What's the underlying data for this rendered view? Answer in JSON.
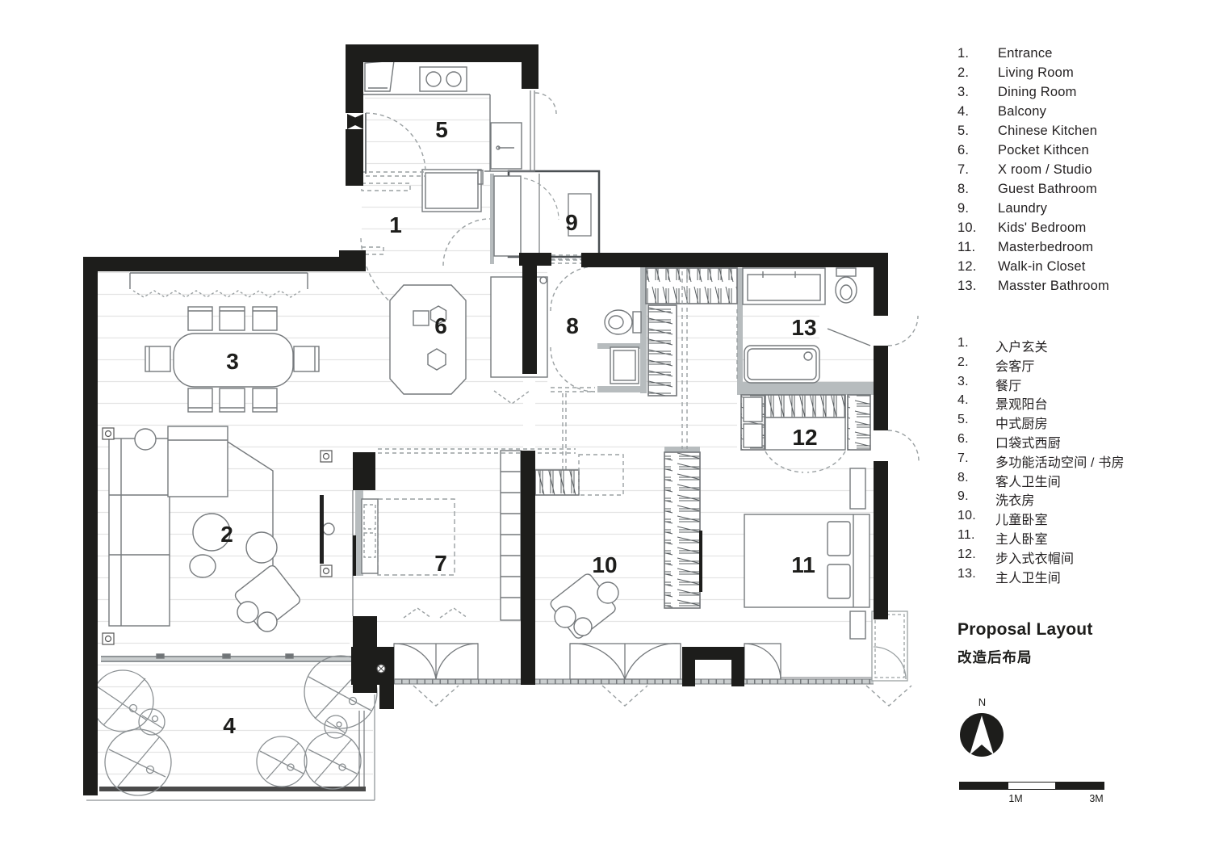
{
  "title": {
    "en": "Proposal Layout",
    "zh": "改造后布局"
  },
  "legend_en": {
    "items": [
      {
        "num": "1.",
        "label": "Entrance"
      },
      {
        "num": "2.",
        "label": "Living Room"
      },
      {
        "num": "3.",
        "label": "Dining Room"
      },
      {
        "num": "4.",
        "label": "Balcony"
      },
      {
        "num": "5.",
        "label": "Chinese Kitchen"
      },
      {
        "num": "6.",
        "label": "Pocket Kithcen"
      },
      {
        "num": "7.",
        "label": "X room / Studio"
      },
      {
        "num": "8.",
        "label": "Guest Bathroom"
      },
      {
        "num": "9.",
        "label": "Laundry"
      },
      {
        "num": "10.",
        "label": "Kids' Bedroom"
      },
      {
        "num": "11.",
        "label": "Masterbedroom"
      },
      {
        "num": "12.",
        "label": "Walk-in Closet"
      },
      {
        "num": "13.",
        "label": "Masster Bathroom"
      }
    ]
  },
  "legend_zh": {
    "items": [
      {
        "num": "1.",
        "label": "入户玄关"
      },
      {
        "num": "2.",
        "label": "会客厅"
      },
      {
        "num": "3.",
        "label": "餐厅"
      },
      {
        "num": "4.",
        "label": "景观阳台"
      },
      {
        "num": "5.",
        "label": "中式厨房"
      },
      {
        "num": "6.",
        "label": "口袋式西厨"
      },
      {
        "num": "7.",
        "label": "多功能活动空间 / 书房"
      },
      {
        "num": "8.",
        "label": "客人卫生间"
      },
      {
        "num": "9.",
        "label": "洗衣房"
      },
      {
        "num": "10.",
        "label": "儿童卧室"
      },
      {
        "num": "11.",
        "label": "主人卧室"
      },
      {
        "num": "12.",
        "label": "步入式衣帽间"
      },
      {
        "num": "13.",
        "label": "主人卫生间"
      }
    ]
  },
  "plan": {
    "rooms": [
      {
        "label": "1"
      },
      {
        "label": "2"
      },
      {
        "label": "3"
      },
      {
        "label": "4"
      },
      {
        "label": "5"
      },
      {
        "label": "6"
      },
      {
        "label": "7"
      },
      {
        "label": "8"
      },
      {
        "label": "9"
      },
      {
        "label": "10"
      },
      {
        "label": "11"
      },
      {
        "label": "12"
      },
      {
        "label": "13"
      }
    ]
  },
  "compass": {
    "label": "N"
  },
  "scalebar": {
    "left_label": "1M",
    "right_label": "3M"
  },
  "colors": {
    "wall": "#1d1d1b",
    "partition_gray": "#b7bcbe",
    "furniture_line": "#75797c",
    "dash_line": "#9aa0a2",
    "floor_stripe": "#e4e4e4"
  }
}
